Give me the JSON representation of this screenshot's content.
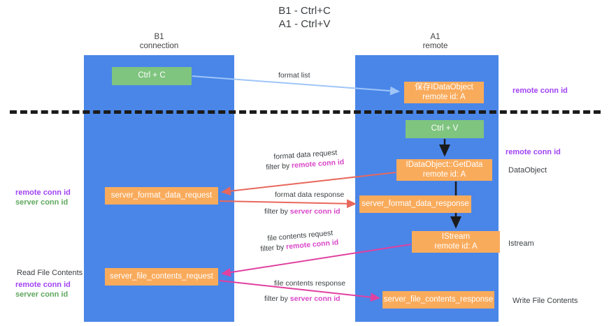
{
  "title": {
    "line1": "B1 - Ctrl+C",
    "line2": "A1 - Ctrl+V"
  },
  "columns": {
    "left": {
      "name": "B1",
      "role": "connection"
    },
    "right": {
      "name": "A1",
      "role": "remote"
    }
  },
  "nodes": {
    "ctrl_c": "Ctrl + C",
    "ctrl_v": "Ctrl + V",
    "save_idataobject_l1": "保存IDataObject",
    "save_idataobject_l2": "remote id: A",
    "getdata_l1": "IDataObject::GetData",
    "getdata_l2": "remote id: A",
    "istream_l1": "IStream",
    "istream_l2": "remote id: A",
    "server_format_data_request": "server_format_data_request",
    "server_format_data_response": "server_format_data_response",
    "server_file_contents_request": "server_file_contents_request",
    "server_file_contents_response": "server_file_contents_response"
  },
  "arrow_labels": {
    "format_list": "format list",
    "format_data_request": "format data request",
    "format_data_request_filter_prefix": "filter by ",
    "format_data_request_filter_key": "remote conn id",
    "format_data_response": "format data response",
    "format_data_response_filter_prefix": "filter by ",
    "format_data_response_filter_key": "server conn id",
    "file_contents_request": "file contents request",
    "file_contents_request_filter_prefix": "filter by ",
    "file_contents_request_filter_key": "remote conn id",
    "file_contents_response": "file contents response",
    "file_contents_response_filter_prefix": "filter by ",
    "file_contents_response_filter_key": "server conn id"
  },
  "side_labels": {
    "right_remote_conn_id_top": "remote conn id",
    "right_remote_conn_id_mid": "remote conn id",
    "right_dataobject": "DataObject",
    "right_istream": "Istream",
    "right_write_file_contents": "Write File Contents",
    "left_read_file_contents": "Read File Contents",
    "left_remote_conn_id_mid": "remote conn id",
    "left_server_conn_id_mid": "server conn id",
    "left_remote_conn_id_bottom": "remote conn id",
    "left_server_conn_id_bottom": "server conn id"
  },
  "colors": {
    "lane": "#4a86e8",
    "node_green": "#7fc47f",
    "node_orange": "#f9ab5c",
    "accent_purple": "#a142f4",
    "accent_green": "#5fa85f",
    "accent_magenta": "#d946c8",
    "arrow_blue": "#9fc5f8",
    "arrow_red": "#e8685d",
    "arrow_pink": "#e0409f",
    "arrow_black": "#1b1b1b",
    "divider": "#1b1b1b"
  }
}
